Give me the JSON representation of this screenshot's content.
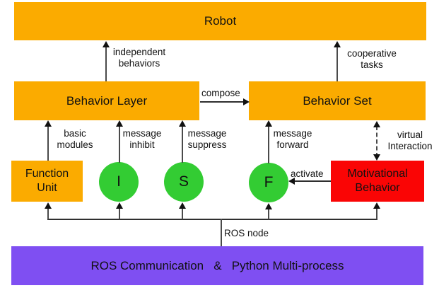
{
  "diagram": {
    "title_box": {
      "label": "Robot"
    },
    "behavior_layer": {
      "label": "Behavior Layer"
    },
    "behavior_set": {
      "label": "Behavior Set"
    },
    "function_unit": {
      "line1": "Function",
      "line2": "Unit"
    },
    "motivational_behavior": {
      "line1": "Motivational",
      "line2": "Behavior"
    },
    "ros_layer": {
      "label": "ROS Communication   &   Python Multi-process"
    },
    "nodes": {
      "inhibit": "I",
      "suppress": "S",
      "forward": "F"
    },
    "edges": {
      "independent_behaviors": {
        "line1": "independent",
        "line2": "behaviors"
      },
      "cooperative_tasks": {
        "line1": "cooperative",
        "line2": "tasks"
      },
      "compose": "compose",
      "basic_modules": {
        "line1": "basic",
        "line2": "modules"
      },
      "message_inhibit": {
        "line1": "message",
        "line2": "inhibit"
      },
      "message_suppress": {
        "line1": "message",
        "line2": "suppress"
      },
      "message_forward": {
        "line1": "message",
        "line2": "forward"
      },
      "virtual_interaction": {
        "line1": "virtual",
        "line2": "Interaction"
      },
      "activate": "activate",
      "ros_node": "ROS node"
    },
    "colors": {
      "box_orange": "#FBAB00",
      "node_green": "#33CC33",
      "motivational_red": "#FA0505",
      "ros_purple": "#7F4FF2"
    }
  }
}
